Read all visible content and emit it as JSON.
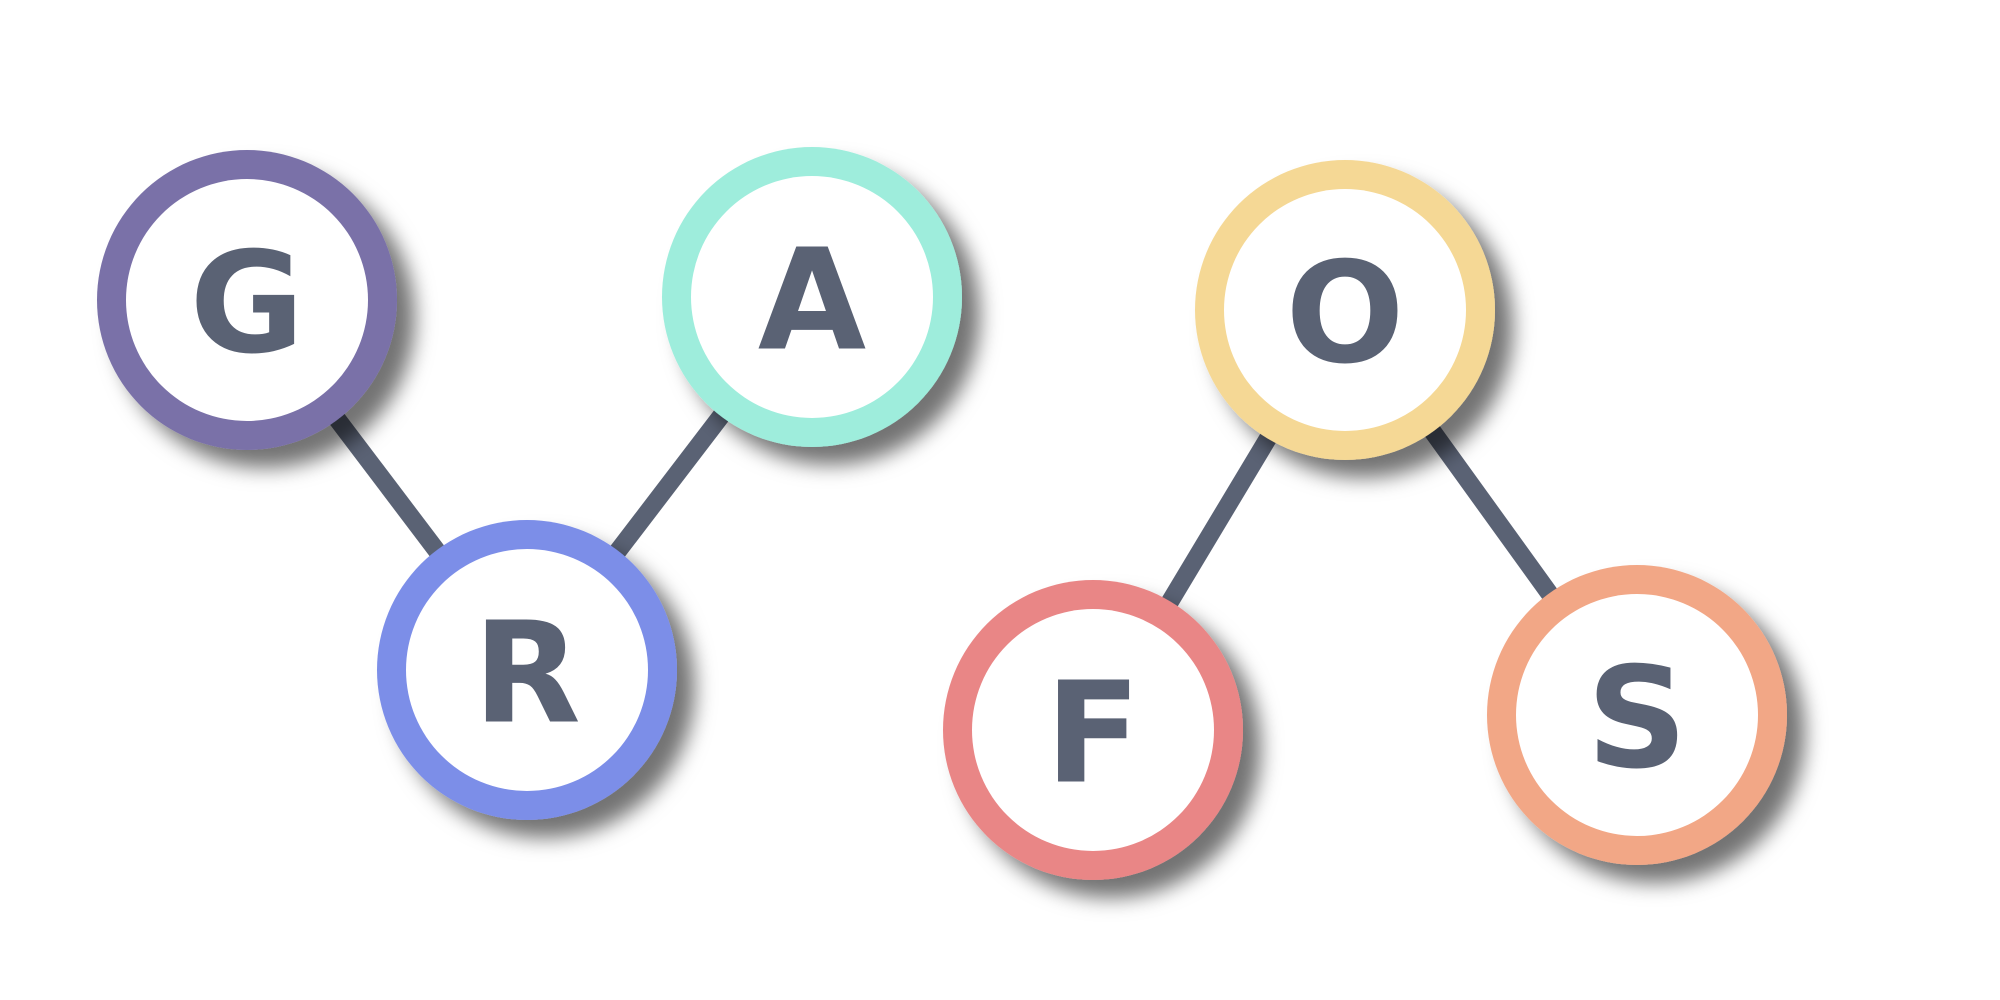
{
  "diagram": {
    "edge_color": "#5a6274",
    "text_color": "#5a6274",
    "nodes": [
      {
        "id": "G",
        "label": "G",
        "ring_color": "#7a71a8"
      },
      {
        "id": "A",
        "label": "A",
        "ring_color": "#9eeddc"
      },
      {
        "id": "R",
        "label": "R",
        "ring_color": "#7b8ee8"
      },
      {
        "id": "O",
        "label": "O",
        "ring_color": "#f5d895"
      },
      {
        "id": "F",
        "label": "F",
        "ring_color": "#e98686"
      },
      {
        "id": "S",
        "label": "S",
        "ring_color": "#f2a786"
      }
    ],
    "edges": [
      {
        "from": "G",
        "to": "R"
      },
      {
        "from": "A",
        "to": "R"
      },
      {
        "from": "O",
        "to": "F"
      },
      {
        "from": "O",
        "to": "S"
      }
    ]
  }
}
